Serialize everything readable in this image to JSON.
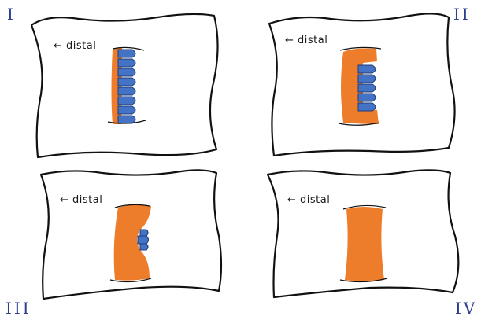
{
  "panels": [
    {
      "numeral": "I",
      "distal_label": "← distal"
    },
    {
      "numeral": "II",
      "distal_label": "← distal"
    },
    {
      "numeral": "III",
      "distal_label": "← distal"
    },
    {
      "numeral": "IV",
      "distal_label": "← distal"
    }
  ],
  "colors": {
    "orange": "#ee7d2b",
    "blue": "#4472c4",
    "outline": "#111111",
    "numeral": "#2b3f8c"
  }
}
